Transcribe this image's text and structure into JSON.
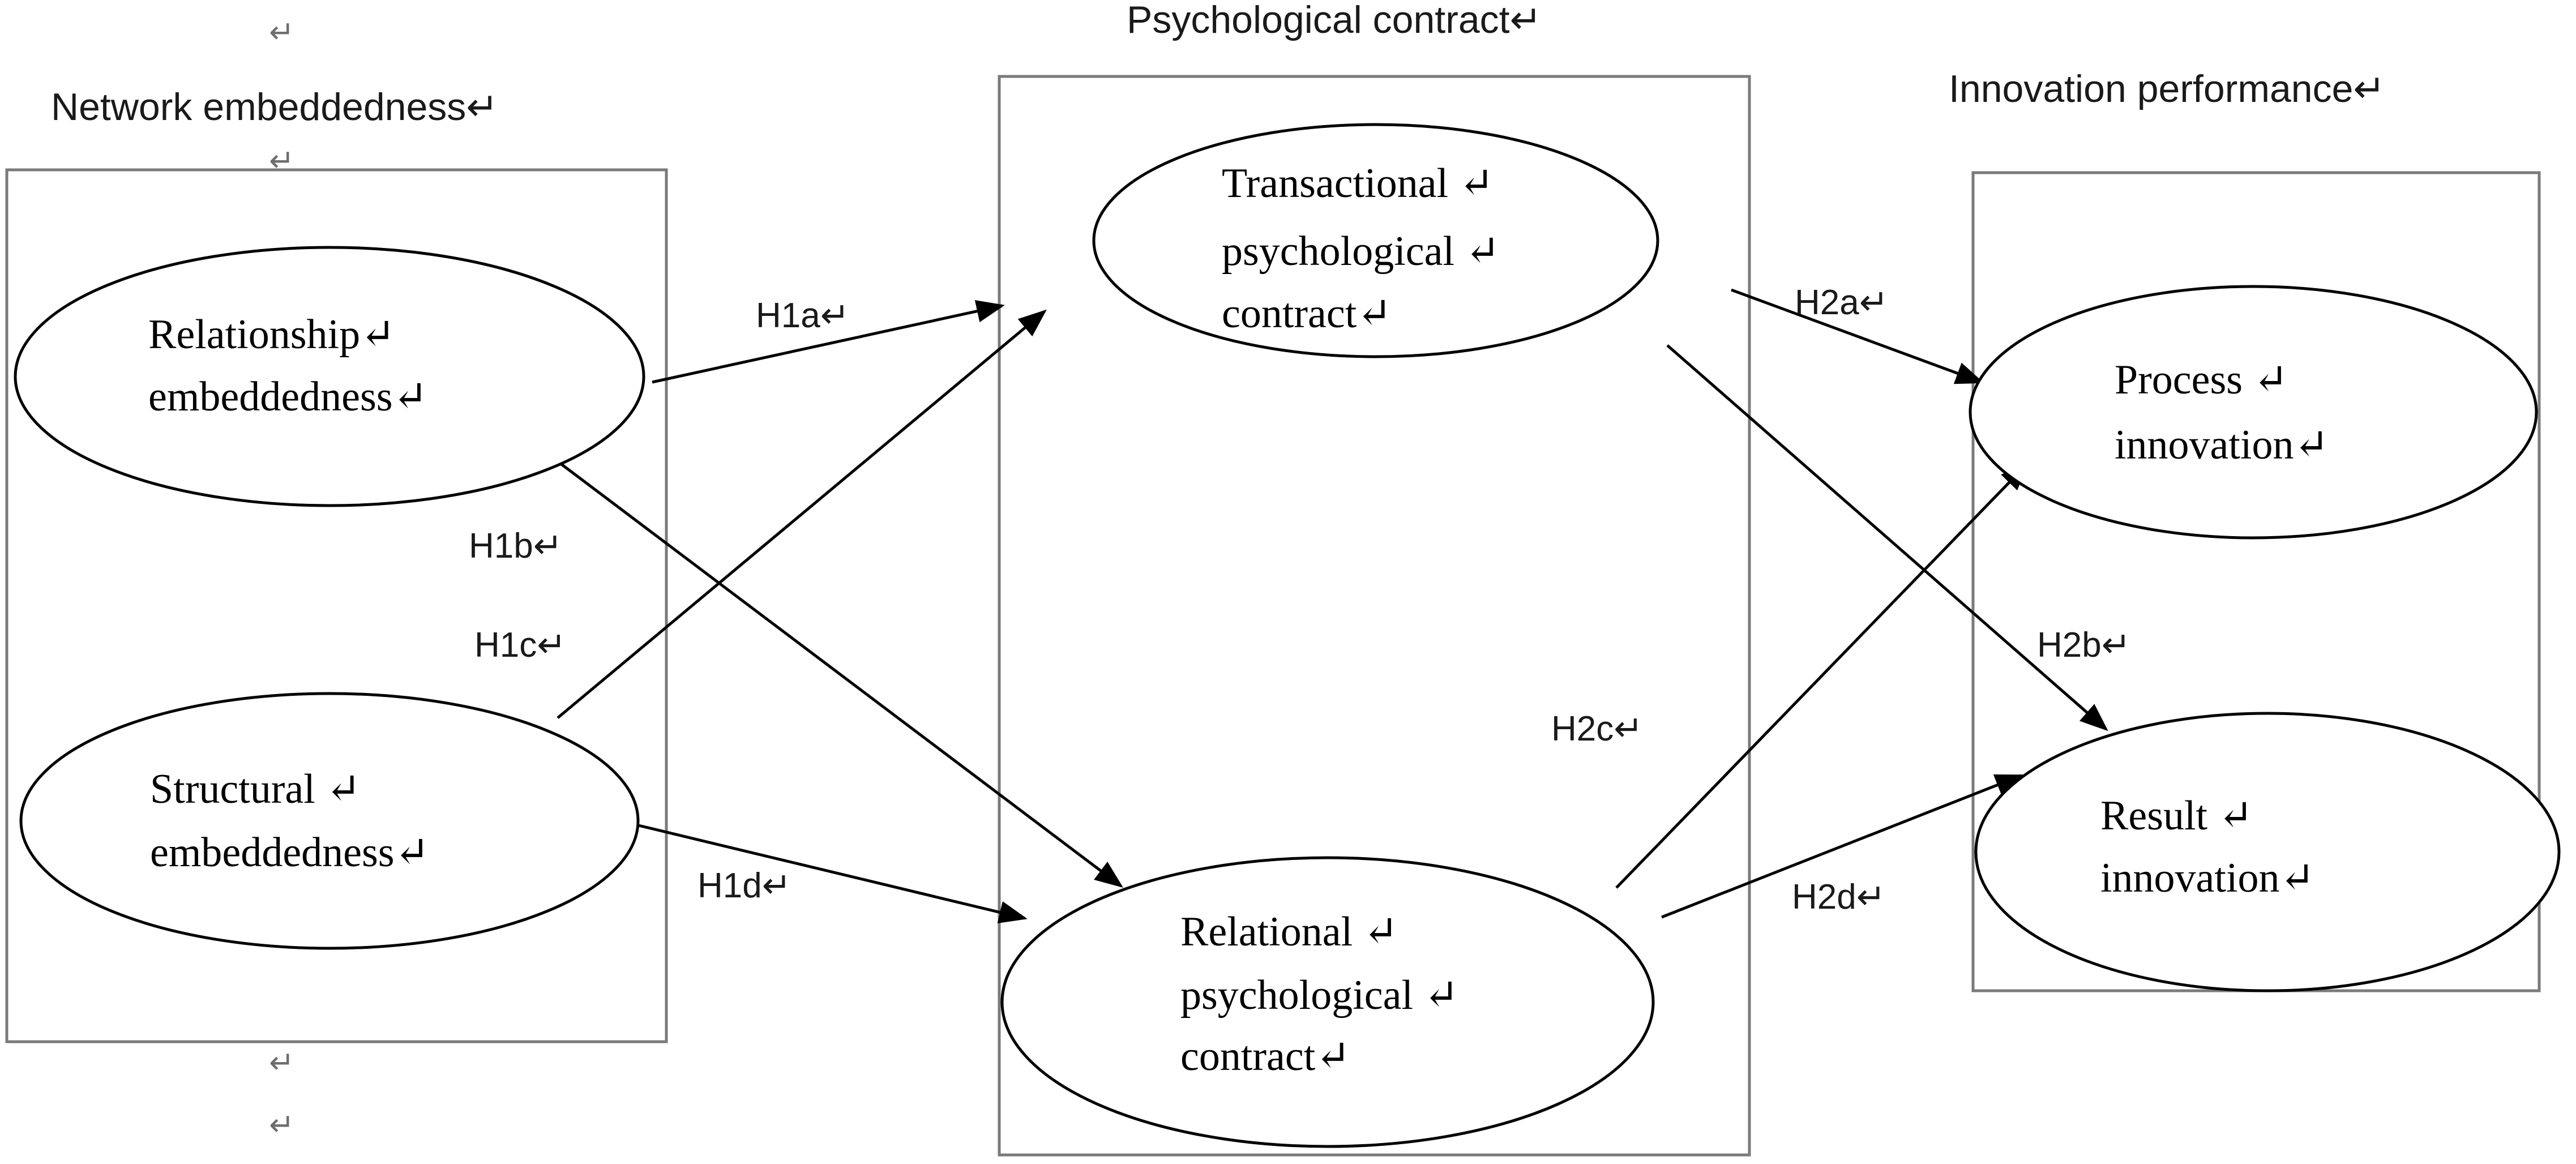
{
  "diagram": {
    "groups": {
      "network": {
        "title": "Network embeddedness↵"
      },
      "contract": {
        "title": "Psychological contract↵"
      },
      "performance": {
        "title": "Innovation performance↵"
      }
    },
    "nodes": {
      "relationship": {
        "line1": "Relationship↵",
        "line2": "embeddedness↵"
      },
      "structural": {
        "line1": "Structural ↵",
        "line2": "embeddedness↵"
      },
      "transactional": {
        "line1": "Transactional ↵",
        "line2": "psychological ↵",
        "line3": "contract↵"
      },
      "relational": {
        "line1": "Relational ↵",
        "line2": "psychological ↵",
        "line3": "contract↵"
      },
      "process": {
        "line1": "Process ↵",
        "line2": "innovation↵"
      },
      "result": {
        "line1": "Result ↵",
        "line2": "innovation↵"
      }
    },
    "edges": {
      "h1a": "H1a↵",
      "h1b": "H1b↵",
      "h1c": "H1c↵",
      "h1d": "H1d↵",
      "h2a": "H2a↵",
      "h2b": "H2b↵",
      "h2c": "H2c↵",
      "h2d": "H2d↵"
    },
    "paragraph_mark": "↵"
  }
}
